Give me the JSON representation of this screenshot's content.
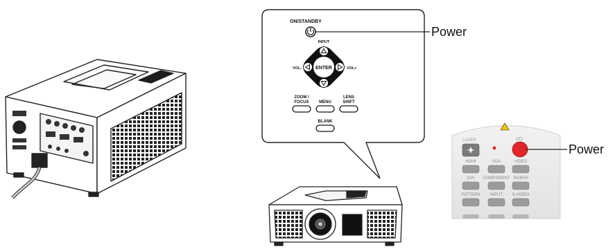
{
  "control_panel": {
    "on_standby_label": "ON/STANDBY",
    "input_label": "INPUT",
    "enter_label": "ENTER",
    "vol_minus_label": "VOL-",
    "vol_plus_label": "VOL+",
    "zoom_focus_label_line1": "ZOOM /",
    "zoom_focus_label_line2": "FOCUS",
    "menu_label": "MENU",
    "lens_shift_label_line1": "LENS",
    "lens_shift_label_line2": "SHIFT",
    "blank_label": "BLANK"
  },
  "callouts": {
    "control_panel_power": "Power",
    "remote_power": "Power"
  },
  "remote": {
    "laser_label": "LASER",
    "power_symbol": "I/⏻",
    "buttons": [
      {
        "label": "HDMI"
      },
      {
        "label": "VGA"
      },
      {
        "label": "VIDEO"
      },
      {
        "label": "DVI"
      },
      {
        "label": "COMPONENT"
      },
      {
        "label": "RGBHV"
      },
      {
        "label": "PATTERN"
      },
      {
        "label": "INPUT"
      },
      {
        "label": "S-VIDEO"
      }
    ]
  },
  "colors": {
    "power_button_red": "#e0262b",
    "remote_body": "#ebebeb",
    "line_dark": "#222222"
  }
}
